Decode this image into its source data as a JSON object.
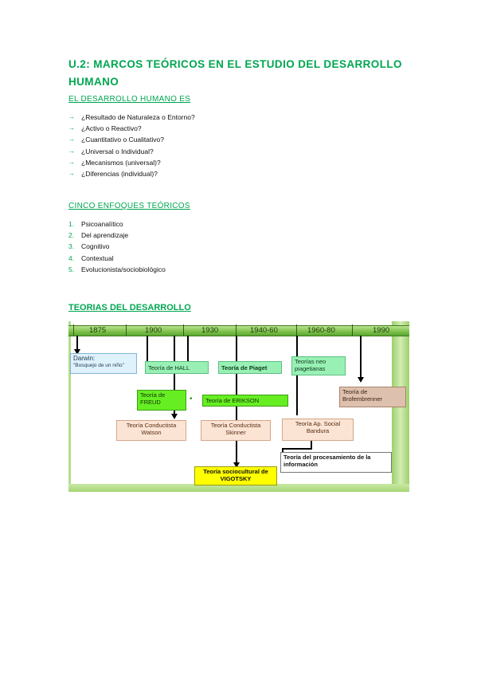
{
  "title": "U.2: MARCOS TEÓRICOS EN EL ESTUDIO DEL DESARROLLO HUMANO",
  "section1": {
    "heading": "EL DESARROLLO HUMANO ES",
    "bullet_symbol": "→",
    "items": [
      "¿Resultado de Naturaleza o Entorno?",
      "¿Activo o Reactivo?",
      "¿Cuantitativo o Cualitativo?",
      "¿Universal o Individual?",
      "¿Mecanismos (universal)?",
      "¿Diferencias (individual)?"
    ]
  },
  "section2": {
    "heading": "CINCO ENFOQUES TEÓRICOS",
    "items": [
      {
        "num": "1.",
        "text": "Psicoanalítico"
      },
      {
        "num": "2.",
        "text": "Del aprendizaje"
      },
      {
        "num": "3.",
        "text": "Cognitivo"
      },
      {
        "num": "4.",
        "text": "Contextual"
      },
      {
        "num": "5.",
        "text": "Evolucionista/sociobiológico"
      }
    ]
  },
  "section3": {
    "heading": "TEORIAS DEL DESARROLLO"
  },
  "diagram": {
    "years": [
      "1875",
      "1900",
      "1930",
      "1940-60",
      "1960-80",
      "1990"
    ],
    "boxes": {
      "darwin": "Darwin:",
      "darwin_sub": "\"Bosquejo de un niño\"",
      "hall": "Teoría de HALL",
      "piaget": "Teoría de Piaget",
      "neo": "Teorías neo piagetianas",
      "freud": "Teoría de FREUD",
      "erikson": "Teoría de ERIKSON",
      "bronfen": "Teoría de Brofembrenner",
      "watson": "Teoría Conductista Watson",
      "skinner": "Teoría Conductista Skinner",
      "bandura": "Teoría Ap. Social Bandura",
      "procesamiento": "Teoría del procesamiento de la información",
      "vigotsky": "Teoría sociocultural de VIGOTSKY"
    },
    "bullet_dot": "•"
  }
}
